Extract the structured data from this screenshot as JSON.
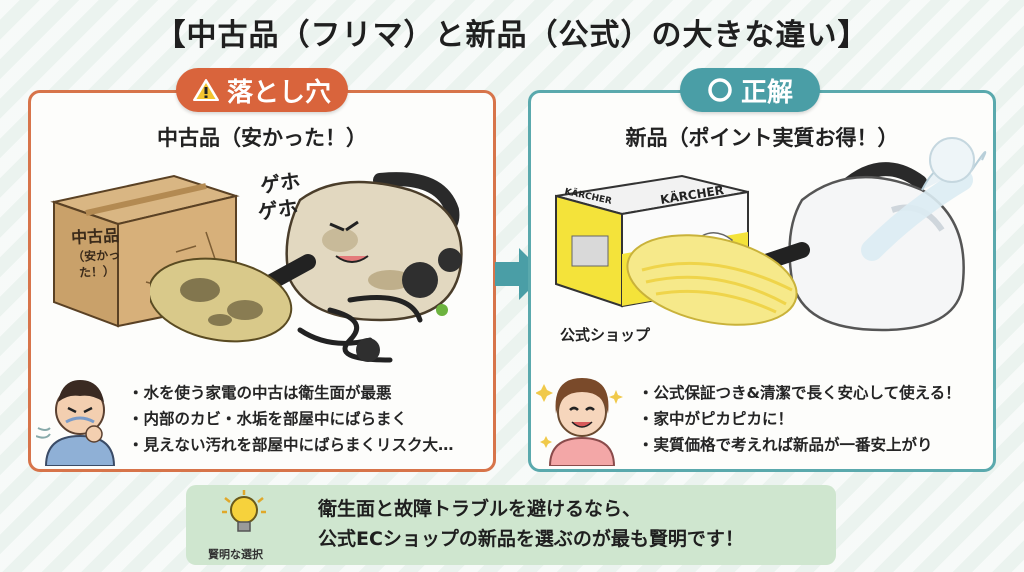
{
  "title": "【中古品（フリマ）と新品（公式）の大きな違い】",
  "left": {
    "badge": "落とし穴",
    "badge_icon": "warning-icon",
    "subtitle": "中古品（安かった！）",
    "box_label_main": "中古品",
    "box_label_sub": "（安かった！）",
    "sound": [
      "ゲホ",
      "ゲホ"
    ],
    "bullets": [
      "水を使う家電の中古は衛生面が最悪",
      "内部のカビ・水垢を部屋中にばらまく",
      "見えない汚れを部屋中にばらまくリスク大…"
    ],
    "accent": "#d9643c"
  },
  "right": {
    "badge": "正解",
    "badge_icon": "circle-icon",
    "subtitle": "新品（ポイント実質お得！）",
    "shop_label": "公式ショップ",
    "brand": "KÄRCHER",
    "bullets": [
      "公式保証つき&清潔で長く安心して使える！",
      "家中がピカピカに！",
      "実質価格で考えれば新品が一番安上がり"
    ],
    "accent": "#4a9ea6"
  },
  "footer": {
    "caption": "賢明な選択",
    "icon": "lightbulb-icon",
    "lines": [
      "衛生面と故障トラブルを避けるなら、",
      "公式ECショップの新品を選ぶのが最も賢明です！"
    ]
  }
}
